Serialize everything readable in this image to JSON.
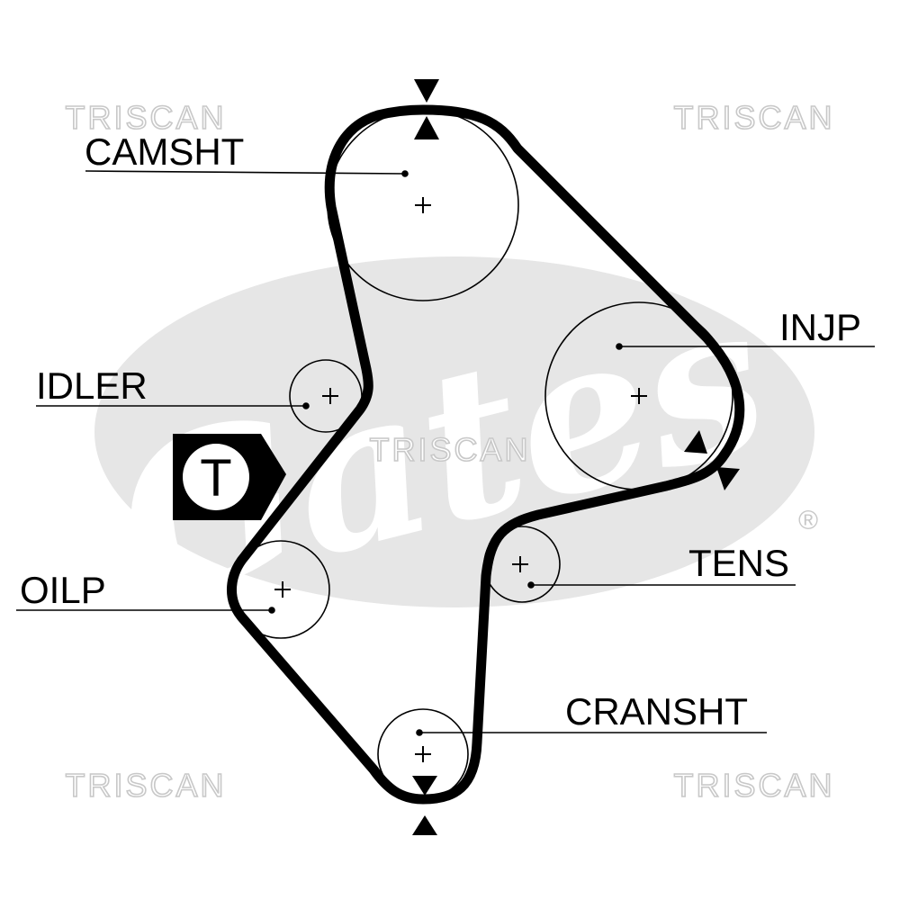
{
  "watermarks": {
    "brand": "TRISCAN",
    "logo_script": "Gates",
    "registered": "®"
  },
  "tension_marker": {
    "letter": "T"
  },
  "labels": {
    "camshaft": "CAMSHT",
    "injection_pump": "INJP",
    "idler": "IDLER",
    "oil_pump": "OILP",
    "tensioner": "TENS",
    "crankshaft": "CRANSHT"
  },
  "colors": {
    "ink": "#000000",
    "watermark_gray": "#c8c8c8",
    "logo_gray": "#e6e6e6",
    "background": "#ffffff"
  }
}
